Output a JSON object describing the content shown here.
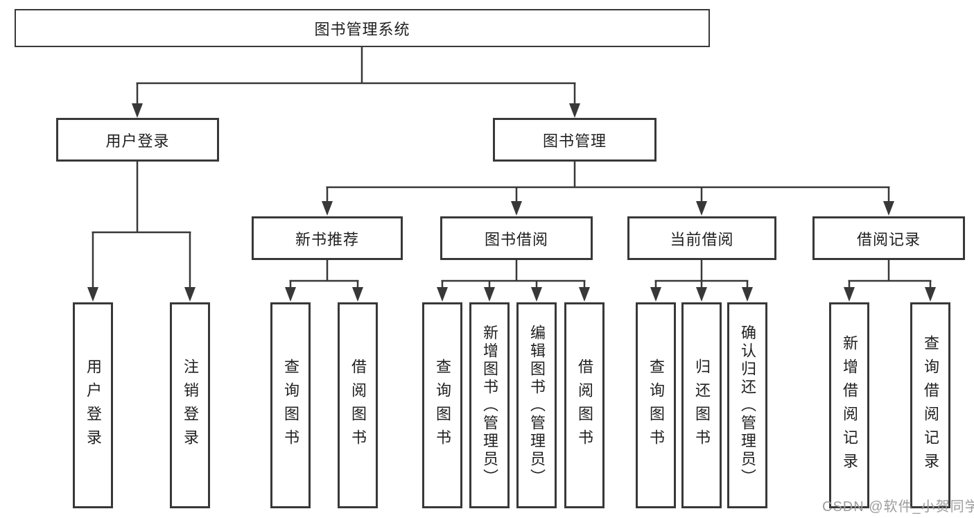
{
  "tree": {
    "root": "图书管理系统",
    "branches": [
      {
        "label": "用户登录",
        "children": [
          {
            "label": "用户登录"
          },
          {
            "label": "注销登录"
          }
        ]
      },
      {
        "label": "图书管理",
        "children": [
          {
            "label": "新书推荐",
            "children": [
              {
                "label": "查询图书"
              },
              {
                "label": "借阅图书"
              }
            ]
          },
          {
            "label": "图书借阅",
            "children": [
              {
                "label": "查询图书"
              },
              {
                "label": "新增图书（管理员）"
              },
              {
                "label": "编辑图书（管理员）"
              },
              {
                "label": "借阅图书"
              }
            ]
          },
          {
            "label": "当前借阅",
            "children": [
              {
                "label": "查询图书"
              },
              {
                "label": "归还图书"
              },
              {
                "label": "确认归还（管理员）"
              }
            ]
          },
          {
            "label": "借阅记录",
            "children": [
              {
                "label": "新增借阅记录"
              },
              {
                "label": "查询借阅记录"
              }
            ]
          }
        ]
      }
    ]
  },
  "watermark": {
    "text": "CSDN @软件_小贺同学",
    "color": "#9c9c9c"
  },
  "colors": {
    "line": "#383838",
    "box_border": "#383838",
    "text": "#1f1f1f",
    "watermark": "#9c9c9c",
    "background": "#ffffff"
  }
}
